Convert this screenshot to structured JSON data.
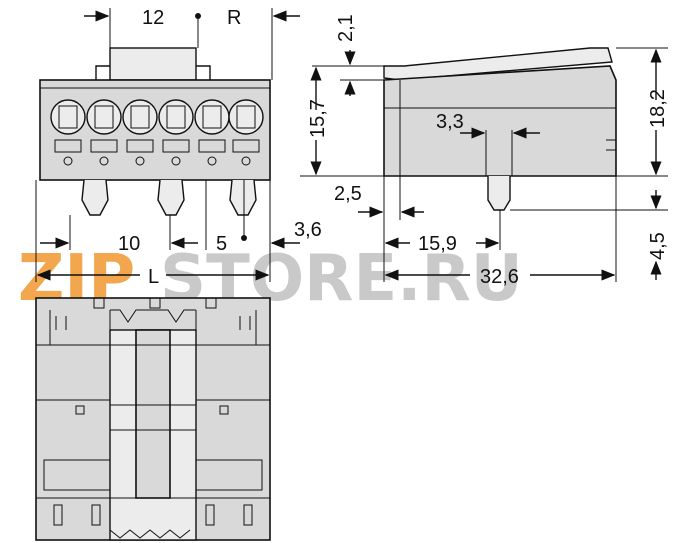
{
  "watermark": {
    "part1": "ZIP",
    "part2": "STORE.RU",
    "color1": "#f2a64d",
    "color2": "#c9c9c9"
  },
  "front_view": {
    "dim_top_pitch": "12",
    "dim_top_r": "R",
    "dim_pitch_10": "10",
    "dim_5": "5",
    "dim_3_6": "3,6",
    "dim_L": "L"
  },
  "side_view": {
    "dim_2_1": "2,1",
    "dim_15_7": "15,7",
    "dim_3_3": "3,3",
    "dim_18_2": "18,2",
    "dim_2_5": "2,5",
    "dim_15_9": "15,9",
    "dim_4_5": "4,5",
    "dim_32_6": "32,6"
  },
  "colors": {
    "body": "#d9d9d9",
    "line": "#111111"
  }
}
